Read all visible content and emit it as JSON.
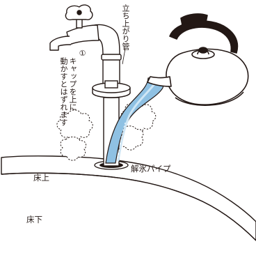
{
  "labels": {
    "standpipe": "立ち上がり管",
    "step_number": "①",
    "step_line1": "キャップを上に",
    "step_line2": "動かすとはずれます",
    "antifreeze_pipe": "解氷パイプ",
    "above_floor": "床上",
    "below_floor": "床下"
  },
  "colors": {
    "line": "#231815",
    "water": "#8fc1e3",
    "water_light": "#cfe6f5"
  },
  "icons": {
    "faucet": "faucet-icon",
    "kettle": "kettle-icon",
    "steam": "steam-cloud-icon"
  }
}
